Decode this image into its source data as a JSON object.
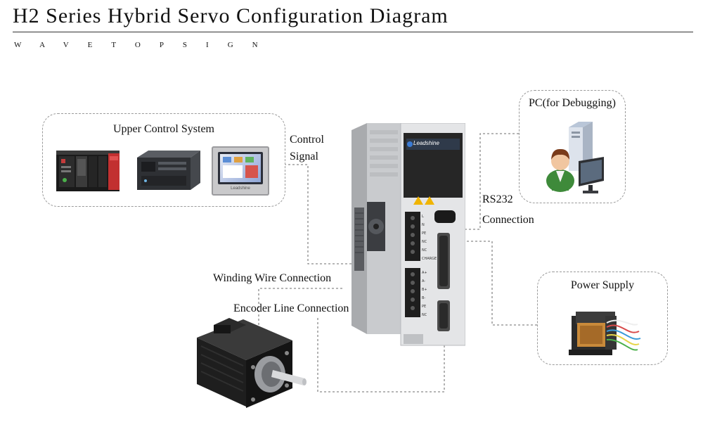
{
  "header": {
    "title": "H2 Series Hybrid Servo Configuration Diagram",
    "subtitle": "WAVETOPSIGN"
  },
  "boxes": {
    "upper_control": {
      "title": "Upper Control System"
    },
    "pc": {
      "title": "PC(for Debugging)"
    },
    "power": {
      "title": "Power Supply"
    }
  },
  "labels": {
    "control_signal_line1": "Control",
    "control_signal_line2": "Signal",
    "rs232_line1": "RS232",
    "rs232_line2": "Connection",
    "winding": "Winding Wire Connection",
    "encoder": "Encoder Line Connection"
  },
  "drive": {
    "brand": "Leadshine",
    "terminals_top": [
      "L",
      "N",
      "PE",
      "NC",
      "NC",
      "CHARGE"
    ],
    "terminals_bottom": [
      "A+",
      "A-",
      "B+",
      "B-",
      "PE",
      "NC"
    ]
  },
  "hmi_screen_text": "Leadshine",
  "colors": {
    "line": "#8a8a8a",
    "box_border": "#9a9a9a",
    "drive_body": "#d9dadc",
    "drive_dark": "#262626",
    "motor": "#1e1e1e"
  },
  "icons": [
    "plc-icon",
    "industrial-pc-icon",
    "hmi-panel-icon",
    "pc-user-icon",
    "transformer-icon",
    "servo-drive-icon",
    "stepper-motor-icon"
  ]
}
